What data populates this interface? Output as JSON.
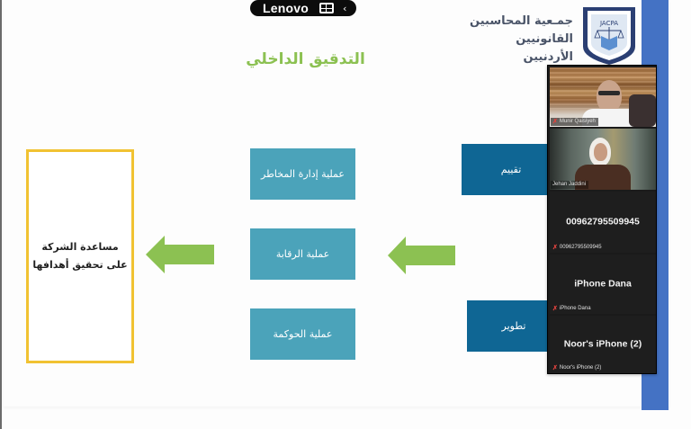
{
  "overlay": {
    "brand": "Lenovo",
    "icon": "windows-grid-icon",
    "chevron": "‹"
  },
  "logo": {
    "org_line1": "جمـعية المحاسبين",
    "org_line2": "القانونيين الأردنيين",
    "shield_text": "JACPA"
  },
  "slide": {
    "title": "التدقيق الداخلي",
    "goal": "مساعدة الشركة على تحقيق أهدافها",
    "processes": [
      {
        "label": "عملية إدارة المخاطر"
      },
      {
        "label": "عملية الرقابة"
      },
      {
        "label": "عملية الحوكمة"
      }
    ],
    "activities": [
      {
        "label": "تقييم"
      },
      {
        "label": "تطوير"
      }
    ],
    "colors": {
      "title_green": "#8cc152",
      "arrow_green": "#8cc152",
      "process_blue": "#4ba3ba",
      "activity_blue": "#0f6694",
      "goal_border": "#f1c232",
      "stripe_blue": "#4472c4"
    }
  },
  "participants": [
    {
      "name": "Munir Qaisiyeh",
      "video": true,
      "muted": true
    },
    {
      "name": "Jehan Jaddini",
      "video": true,
      "muted": false
    },
    {
      "display": "00962795509945",
      "name": "00962795509945",
      "video": false,
      "muted": true
    },
    {
      "display": "iPhone Dana",
      "name": "iPhone Dana",
      "video": false,
      "muted": true
    },
    {
      "display": "Noor's iPhone (2)",
      "name": "Noor's iPhone (2)",
      "video": false,
      "muted": true
    }
  ],
  "icons": {
    "mic_muted": "mic-off-icon"
  }
}
